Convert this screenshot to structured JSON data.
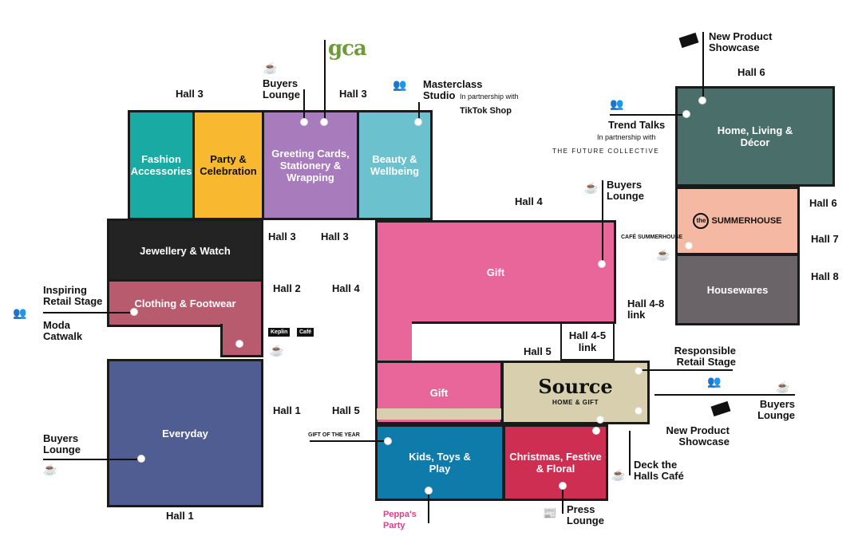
{
  "map": {
    "zones": {
      "fashion": "Fashion Accessories",
      "party": "Party & Celebration",
      "greeting": "Greeting Cards, Stationery & Wrapping",
      "beauty": "Beauty & Wellbeing",
      "jewellery": "Jewellery & Watch",
      "clothing": "Clothing & Footwear",
      "everyday": "Everyday",
      "gift_top": "Gift",
      "gift_bottom": "Gift",
      "kids": "Kids, Toys & Play",
      "christmas": "Christmas, Festive & Floral",
      "home": "Home, Living & Décor",
      "summerhouse": "SUMMERHOUSE",
      "summerhouse_prefix": "the",
      "housewares": "Housewares",
      "source_title": "Source",
      "source_sub": "HOME & GIFT"
    },
    "halls": {
      "h3_left": "Hall 3",
      "h3_mid": "Hall 3",
      "h3_a": "Hall 3",
      "h3_b": "Hall 3",
      "h2": "Hall 2",
      "h4_left": "Hall 4",
      "h4_top": "Hall 4",
      "h5_link": "Hall 5",
      "h45_link": "Hall 4-5 link",
      "h48_link": "Hall 4-8 link",
      "h1_right": "Hall 1",
      "h1_bottom": "Hall 1",
      "h5_left": "Hall 5",
      "h6_top": "Hall 6",
      "h6_side": "Hall 6",
      "h7": "Hall 7",
      "h8": "Hall 8"
    },
    "features": {
      "buyers_lounge_top": "Buyers Lounge",
      "masterclass": "Masterclass Studio",
      "masterclass_partner": "In partnership with",
      "tiktok": "TikTok Shop",
      "new_product_top": "New Product Showcase",
      "trend_talks": "Trend Talks",
      "trend_partner": "In partnership with",
      "future_collective": "THE FUTURE COLLECTIVE",
      "buyers_lounge_mid": "Buyers Lounge",
      "cafe_summerhouse": "CAFÉ SUMMERHOUSE",
      "inspiring": "Inspiring Retail Stage",
      "moda": "Moda Catwalk",
      "keplin": "Keplin",
      "keplin_cafe": "Café",
      "buyers_lounge_left": "Buyers Lounge",
      "responsible": "Responsible Retail Stage",
      "buyers_lounge_right": "Buyers Lounge",
      "new_product_bottom": "New Product Showcase",
      "deck_halls": "Deck the Halls Café",
      "press_lounge": "Press Lounge",
      "gift_of_year": "GIFT OF THE YEAR",
      "peppa": "Peppa's Party",
      "gca": "gca"
    }
  },
  "colors": {
    "fashion": "#19aaa3",
    "party": "#f8b931",
    "greeting": "#a77bbc",
    "beauty": "#6bc1cd",
    "jewellery": "#232323",
    "clothing": "#b95b6e",
    "everyday": "#4f5d92",
    "gift": "#e8669a",
    "kids": "#0f7bab",
    "christmas": "#cf2e53",
    "home": "#4a6f6b",
    "summerhouse": "#f5b9a3",
    "housewares": "#6a6469",
    "source": "#d8cfae"
  }
}
